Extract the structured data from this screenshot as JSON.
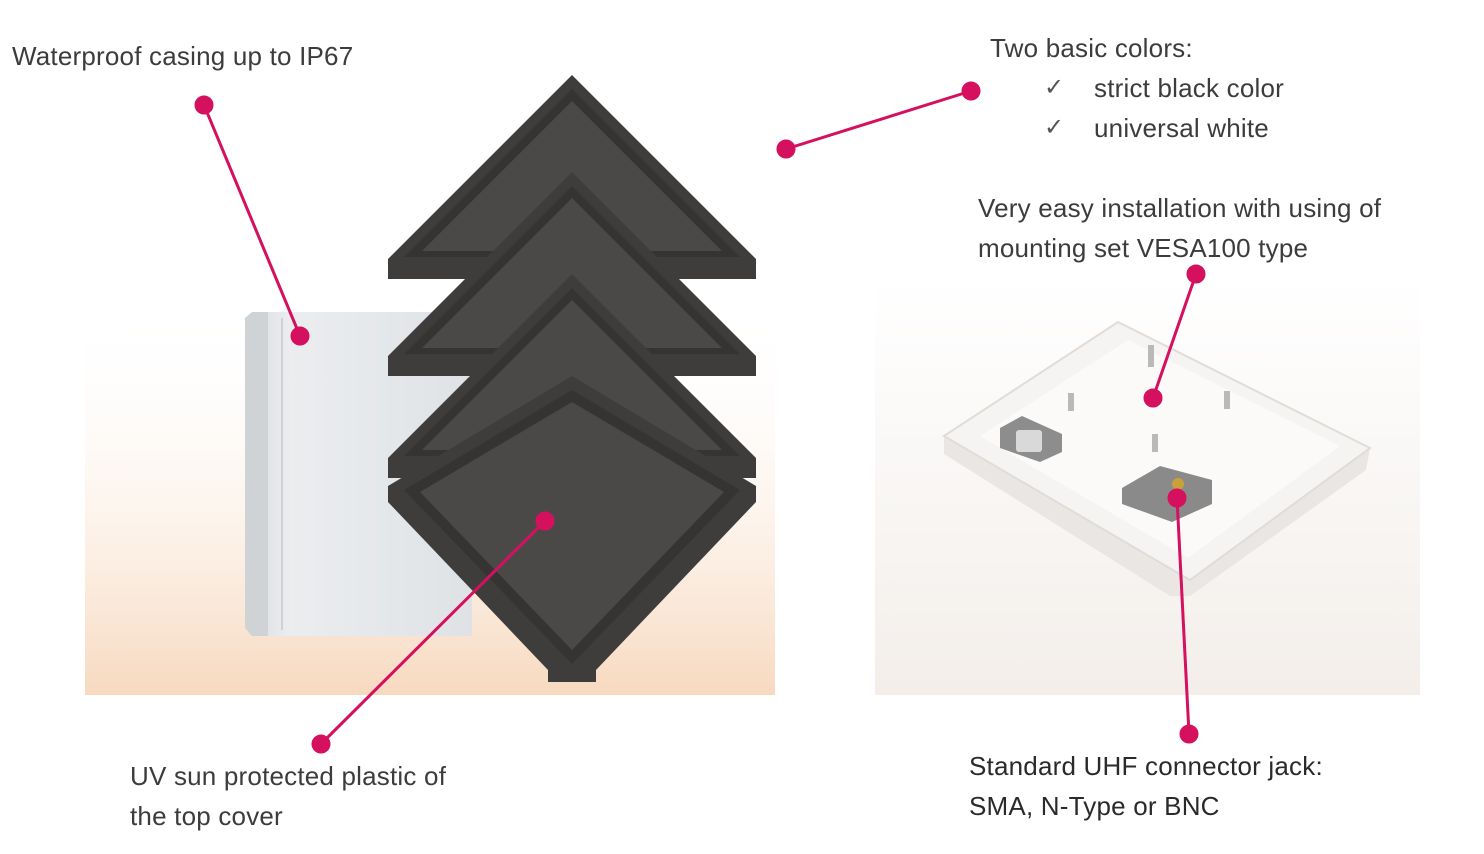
{
  "colors": {
    "accent": "#d4105f",
    "casing": "#4a4847",
    "casing_rim": "#3a3837",
    "box": "#e2e4e6",
    "plate": "#f4f2f0"
  },
  "callouts": {
    "waterproof": {
      "text": "Waterproof casing up to IP67"
    },
    "colors": {
      "title": "Two basic colors:",
      "items": [
        {
          "icon": "checkmark-icon",
          "label": "strict black color"
        },
        {
          "icon": "checkmark-icon",
          "label": "universal white"
        }
      ]
    },
    "installation": {
      "line1": "Very easy installation with using of",
      "line2": "mounting set VESA100 type"
    },
    "uv": {
      "line1": "UV sun protected plastic of",
      "line2": "the top cover"
    },
    "connector": {
      "line1": "Standard UHF connector jack:",
      "line2": "SMA, N-Type or BNC"
    }
  }
}
